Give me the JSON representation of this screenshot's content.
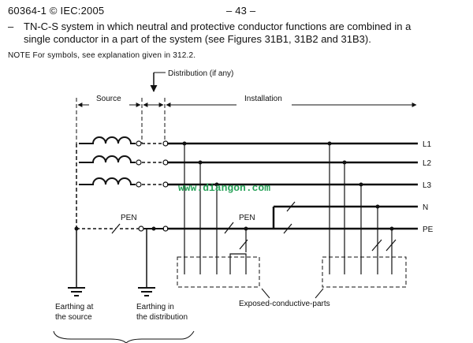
{
  "header": {
    "doc_id": "60364-1 © IEC:2005",
    "page": "– 43 –"
  },
  "body": {
    "bullet": "–",
    "text_line1": "TN-C-S system in which neutral and protective conductor functions are combined in a",
    "text_line2": "single conductor in a part of the system (see Figures 31B1, 31B2 and 31B3).",
    "note": "NOTE  For symbols, see explanation given in 312.2."
  },
  "diagram": {
    "labels": {
      "distribution": "Distribution (if any)",
      "source": "Source",
      "installation": "Installation",
      "pen_source": "PEN",
      "pen_install": "PEN",
      "exposed": "Exposed-conductive-parts",
      "earth_source_1": "Earthing at",
      "earth_source_2": "the source",
      "earth_dist_1": "Earthing in",
      "earth_dist_2": "the distribution"
    },
    "conductors": [
      "L1",
      "L2",
      "L3",
      "N",
      "PE"
    ],
    "watermark": "www.diangon.com"
  }
}
